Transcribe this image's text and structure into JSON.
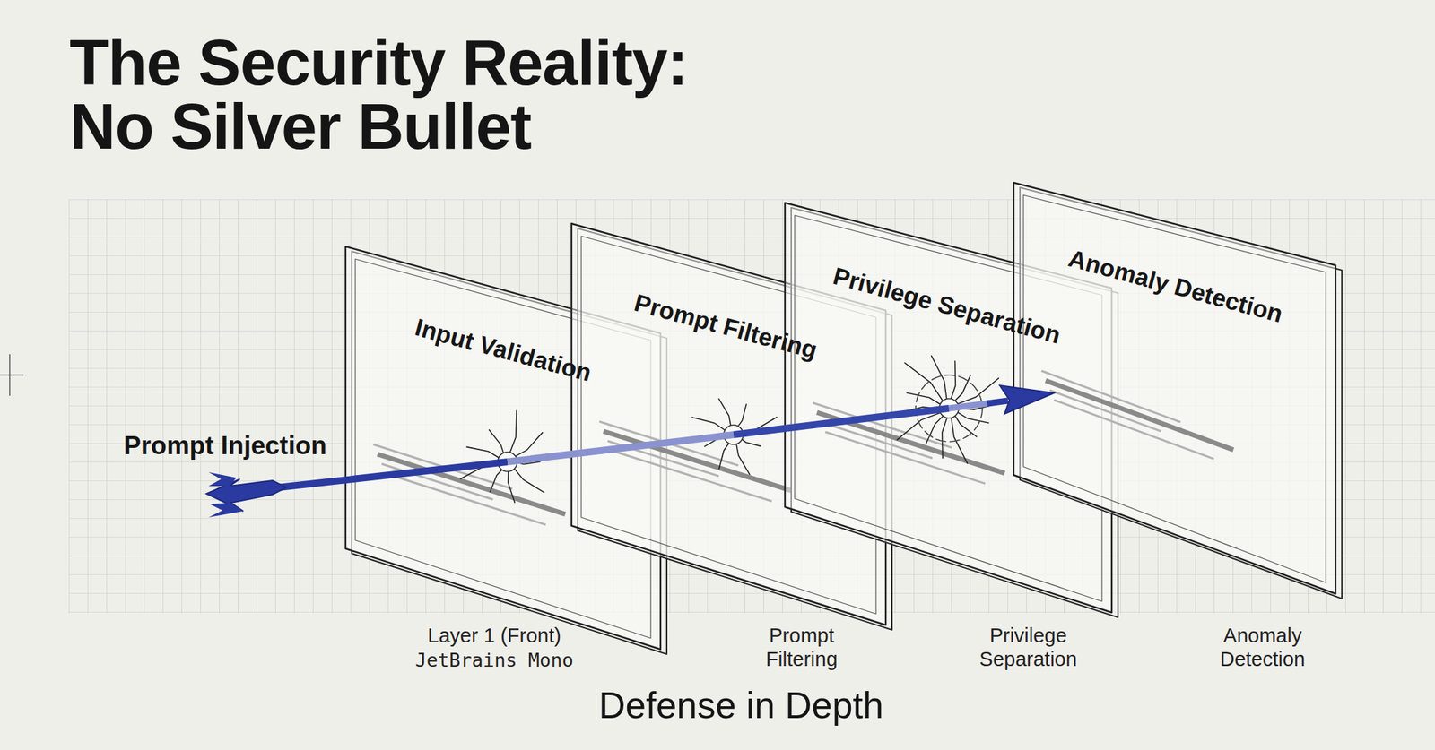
{
  "diagram": {
    "title": "The Security Reality: No Silver Bullet",
    "caption": "Defense in Depth",
    "nodes": [
      {
        "text": [
          "Input Validation"
        ]
      },
      {
        "text": [
          "Prompt Filtering"
        ]
      },
      {
        "text": [
          "Privilege Separation"
        ]
      },
      {
        "text": [
          "Anomaly Detection"
        ]
      }
    ],
    "labels": [
      "Prompt Injection",
      "Layer 1 (Front)",
      "JetBrains Mono",
      "Prompt Filtering",
      "Privilege Separation",
      "Anomaly Detection"
    ]
  }
}
